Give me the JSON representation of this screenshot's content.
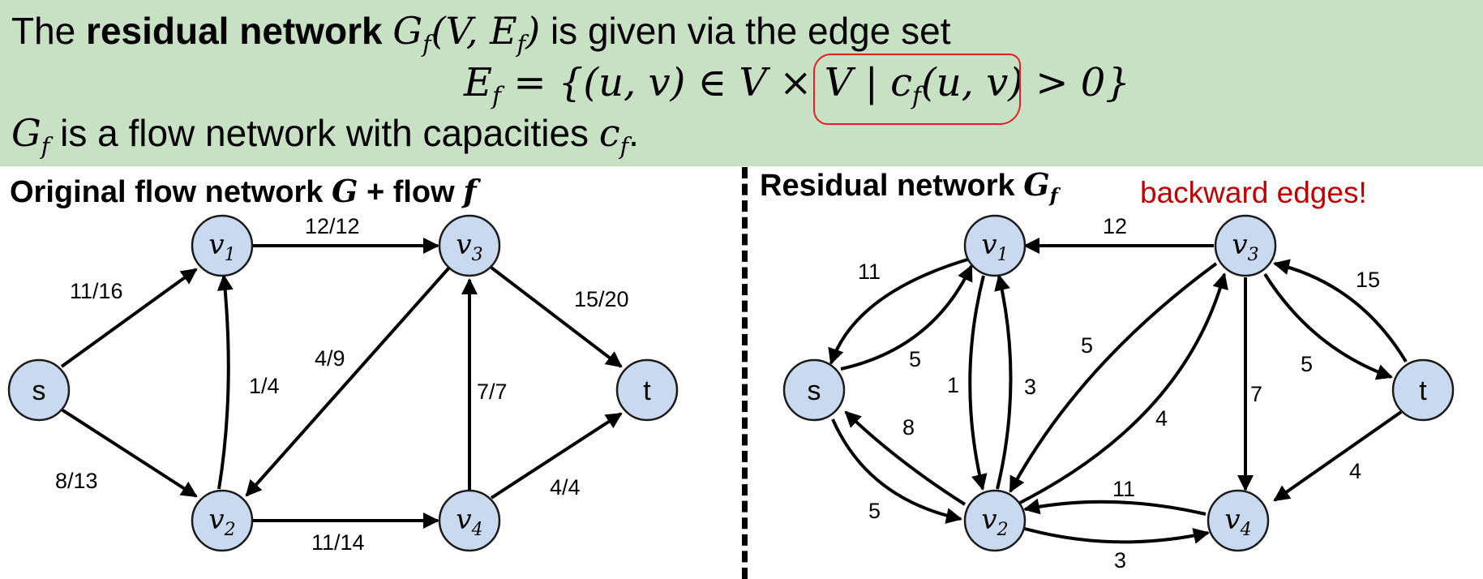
{
  "header": {
    "line1_prefix": "The",
    "line1_bold": "residual network",
    "line1_math": "G_f(V, E_f)",
    "line1_suffix": "is given via the edge set",
    "formula": "E_f = {(u, v) ∈ V × V | c_f(u, v) > 0}",
    "line3_math": "G_f",
    "line3_text": "is a flow network with capacities",
    "line3_math2": "c_f",
    "line3_end": "."
  },
  "left_panel": {
    "title_text": "Original flow network",
    "title_math1": "G",
    "title_plus": "+ flow",
    "title_math2": "f",
    "nodes": [
      {
        "id": "s",
        "label": "s",
        "math": false
      },
      {
        "id": "v1",
        "label": "v",
        "sub": "1",
        "math": true
      },
      {
        "id": "v2",
        "label": "v",
        "sub": "2",
        "math": true
      },
      {
        "id": "v3",
        "label": "v",
        "sub": "3",
        "math": true
      },
      {
        "id": "v4",
        "label": "v",
        "sub": "4",
        "math": true
      },
      {
        "id": "t",
        "label": "t",
        "math": false
      }
    ],
    "edges": [
      {
        "from": "s",
        "to": "v1",
        "label": "11/16"
      },
      {
        "from": "s",
        "to": "v2",
        "label": "8/13"
      },
      {
        "from": "v2",
        "to": "v1",
        "label": "1/4"
      },
      {
        "from": "v1",
        "to": "v3",
        "label": "12/12"
      },
      {
        "from": "v3",
        "to": "v2",
        "label": "4/9"
      },
      {
        "from": "v2",
        "to": "v4",
        "label": "11/14"
      },
      {
        "from": "v4",
        "to": "v3",
        "label": "7/7"
      },
      {
        "from": "v3",
        "to": "t",
        "label": "15/20"
      },
      {
        "from": "v4",
        "to": "t",
        "label": "4/4"
      }
    ]
  },
  "right_panel": {
    "title_text": "Residual network",
    "title_math": "G_f",
    "note": "backward edges!",
    "edges": [
      {
        "from": "v1",
        "to": "s",
        "label": "11"
      },
      {
        "from": "s",
        "to": "v1",
        "label": "5"
      },
      {
        "from": "v2",
        "to": "s",
        "label": "8"
      },
      {
        "from": "s",
        "to": "v2",
        "label": "5"
      },
      {
        "from": "v1",
        "to": "v2",
        "label": "1"
      },
      {
        "from": "v2",
        "to": "v1",
        "label": "3"
      },
      {
        "from": "v3",
        "to": "v1",
        "label": "12"
      },
      {
        "from": "v3",
        "to": "v2",
        "label": "5"
      },
      {
        "from": "v2",
        "to": "v3",
        "label": "4"
      },
      {
        "from": "v4",
        "to": "v2",
        "label": "11"
      },
      {
        "from": "v2",
        "to": "v4",
        "label": "3"
      },
      {
        "from": "v3",
        "to": "v4",
        "label": "7"
      },
      {
        "from": "v3",
        "to": "t",
        "label": "5"
      },
      {
        "from": "t",
        "to": "v3",
        "label": "15"
      },
      {
        "from": "t",
        "to": "v4",
        "label": "4"
      }
    ]
  },
  "colors": {
    "banner": "#c8e0c4",
    "node_fill": "#c9daf0",
    "highlight": "#e02020",
    "note": "#c00000"
  }
}
